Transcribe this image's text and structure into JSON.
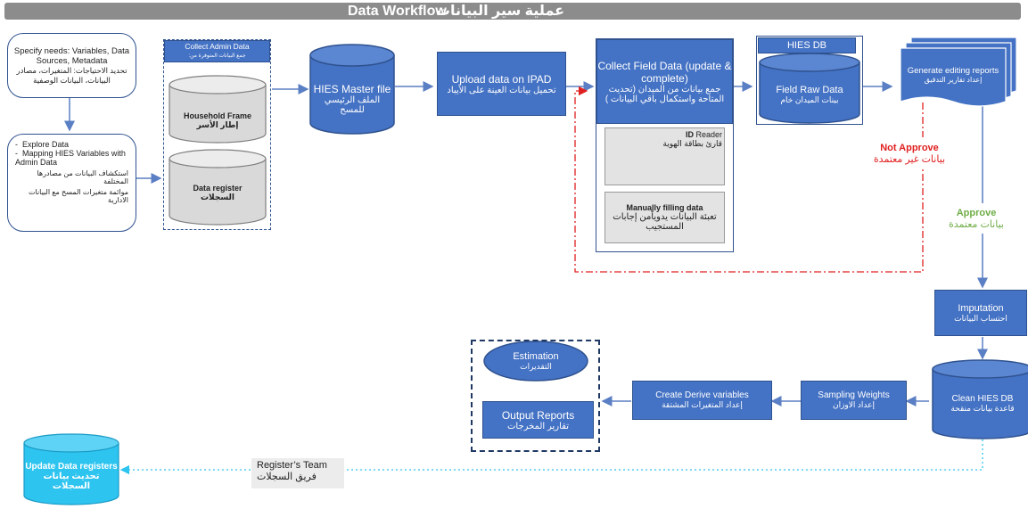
{
  "title": {
    "english": "Data Workflow",
    "arabic": "عملية سير البيانات"
  },
  "specify_needs": {
    "en": "Specify needs: Variables, Data Sources, Metadata",
    "ar": "تحديد الاحتياجات: المتغيرات، مصادر البيانات، البيانات الوصفية"
  },
  "explore": {
    "items": [
      "Explore Data",
      "Mapping HIES Variables with Admin Data"
    ],
    "ar_items": [
      "استكشاف البيانات من مصادرها المختلفة",
      "موائمة متغيرات المسح مع البيانات الادارية"
    ]
  },
  "collect_admin": {
    "title_en": "Collect Admin Data",
    "title_ar": "جمع البيانات المتوفرة من:",
    "household_frame": {
      "en": "Household Frame",
      "ar": "إطار الأسر"
    },
    "data_register": {
      "en": "Data register",
      "ar": "السجلات"
    }
  },
  "hies_master": {
    "en": "HIES Master file",
    "ar": "الملف الرئيسي للمسح"
  },
  "upload_ipad": {
    "en": "Upload data on IPAD",
    "ar": "تحميل بيانات العينة على الأيباد"
  },
  "collect_field": {
    "en": "Collect Field Data (update & complete)",
    "ar": "جمع بيانات من الميدان (تحديث المتاحة واستكمال باقي البيانات )",
    "id_reader_en_bold": "ID",
    "id_reader_en": "Reader",
    "id_reader_ar": "قارئ بطاقة الهوية",
    "manual_en": "Manually filling data",
    "manual_ar": "تعبئة البيانات يدوياًمن إجابات المستجيب"
  },
  "hies_db": {
    "label": "HIES DB",
    "field_raw_en": "Field Raw Data",
    "field_raw_ar": "بينات الميدان خام"
  },
  "generate_reports": {
    "en": "Generate editing reports",
    "ar": "إعداد تقارير التدقيق"
  },
  "not_approve": {
    "en": "Not Approve",
    "ar": "بيانات غير معتمدة"
  },
  "approve": {
    "en": "Approve",
    "ar": "بيانات معتمدة"
  },
  "imputation": {
    "en": "Imputation",
    "ar": "احتساب البيانات"
  },
  "clean_db": {
    "en": "Clean HIES DB",
    "ar": "قاعدة بيانات منقحة"
  },
  "sampling_weights": {
    "en": "Sampling Weights",
    "ar": "إعداد الاوزان"
  },
  "derive_vars": {
    "en": "Create Derive variables",
    "ar": "إعداد المتغيرات المشتقة"
  },
  "estimation": {
    "en": "Estimation",
    "ar": "التقديرات"
  },
  "output_reports": {
    "en": "Output Reports",
    "ar": "تقارير المخرجات"
  },
  "registers_team": {
    "en": "Register’s Team",
    "ar": "فريق السجلات"
  },
  "update_registers": {
    "en": "Update Data registers",
    "ar": "تحديث بيانات السجلات"
  },
  "colors": {
    "blue_fill": "#4472c4",
    "blue_border": "#2f528f",
    "title_bar": "#8c8c8c",
    "red_dashed": "#e02020",
    "approve_green": "#70ad47",
    "cyan_cylinder": "#2ec4f0"
  }
}
